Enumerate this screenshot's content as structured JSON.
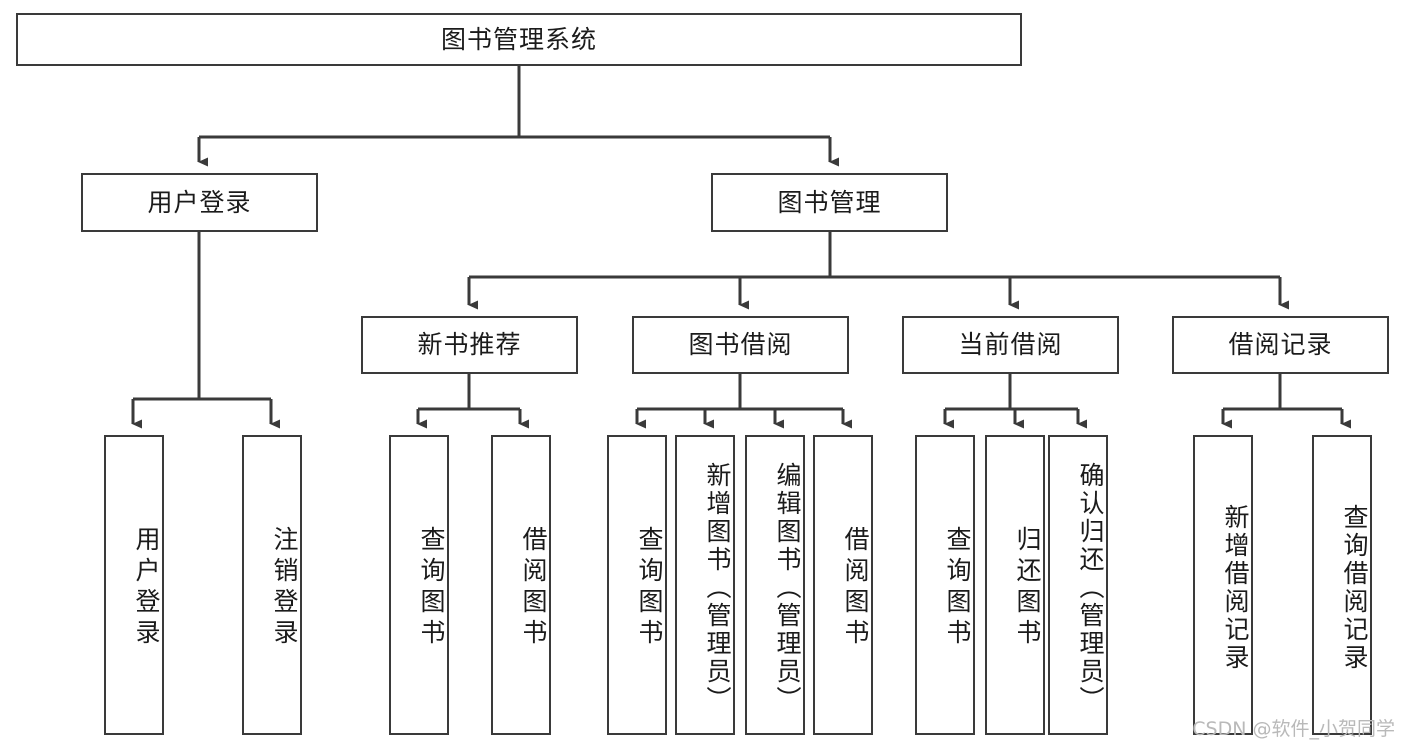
{
  "diagram": {
    "type": "tree-hierarchy",
    "title": "图书管理系统",
    "watermark": "CSDN @软件_小贺同学",
    "colors": {
      "box_border": "#3a3a3a",
      "box_fill": "#ffffff",
      "edge": "#3a3a3a",
      "text": "#1b1b1b",
      "watermark": "#b9b9b9",
      "background": "#ffffff"
    },
    "nodes": {
      "root": {
        "label": "图书管理系统"
      },
      "level1": [
        {
          "label": "用户登录"
        },
        {
          "label": "图书管理"
        }
      ],
      "level2": [
        {
          "label": "新书推荐"
        },
        {
          "label": "图书借阅"
        },
        {
          "label": "当前借阅"
        },
        {
          "label": "借阅记录"
        }
      ],
      "leaves_user_login": [
        {
          "label": "用户登录"
        },
        {
          "label": "注销登录"
        }
      ],
      "leaves_new_book": [
        {
          "label": "查询图书"
        },
        {
          "label": "借阅图书"
        }
      ],
      "leaves_borrow": [
        {
          "label": "查询图书"
        },
        {
          "label": "新增图书（管理员）"
        },
        {
          "label": "编辑图书（管理员）"
        },
        {
          "label": "借阅图书"
        }
      ],
      "leaves_current": [
        {
          "label": "查询图书"
        },
        {
          "label": "归还图书"
        },
        {
          "label": "确认归还（管理员）"
        }
      ],
      "leaves_records": [
        {
          "label": "新增借阅记录"
        },
        {
          "label": "查询借阅记录"
        }
      ]
    }
  }
}
